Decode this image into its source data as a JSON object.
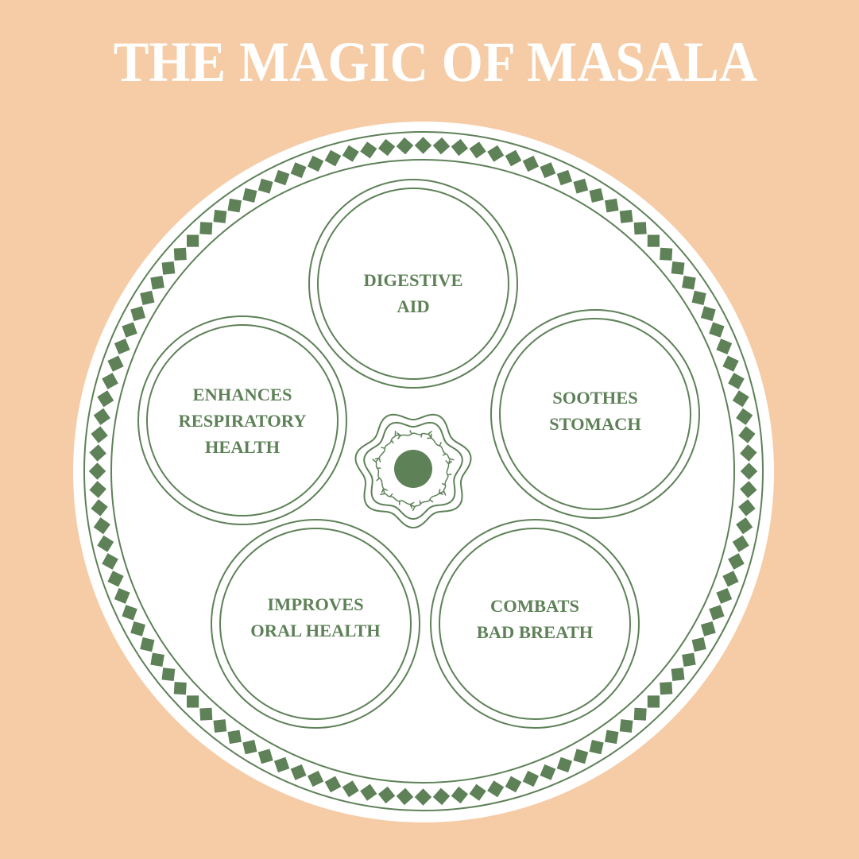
{
  "title": "THE MAGIC OF MASALA",
  "colors": {
    "background": "#f5cca6",
    "plate": "#ffffff",
    "accent_green": "#5e8158",
    "title_text": "#ffffff"
  },
  "decor": {
    "plate_border_pattern": "diamond-band",
    "center_ornament": "ornate-scalloped-medallion-with-dot"
  },
  "benefits": [
    {
      "id": "digestive-aid",
      "lines": [
        "DIGESTIVE",
        "AID"
      ]
    },
    {
      "id": "enhances-respiratory-health",
      "lines": [
        "ENHANCES",
        "RESPIRATORY",
        "HEALTH"
      ]
    },
    {
      "id": "soothes-stomach",
      "lines": [
        "SOOTHES",
        "STOMACH"
      ]
    },
    {
      "id": "improves-oral-health",
      "lines": [
        "IMPROVES",
        "ORAL HEALTH"
      ]
    },
    {
      "id": "combats-bad-breath",
      "lines": [
        "COMBATS",
        "BAD BREATH"
      ]
    }
  ]
}
